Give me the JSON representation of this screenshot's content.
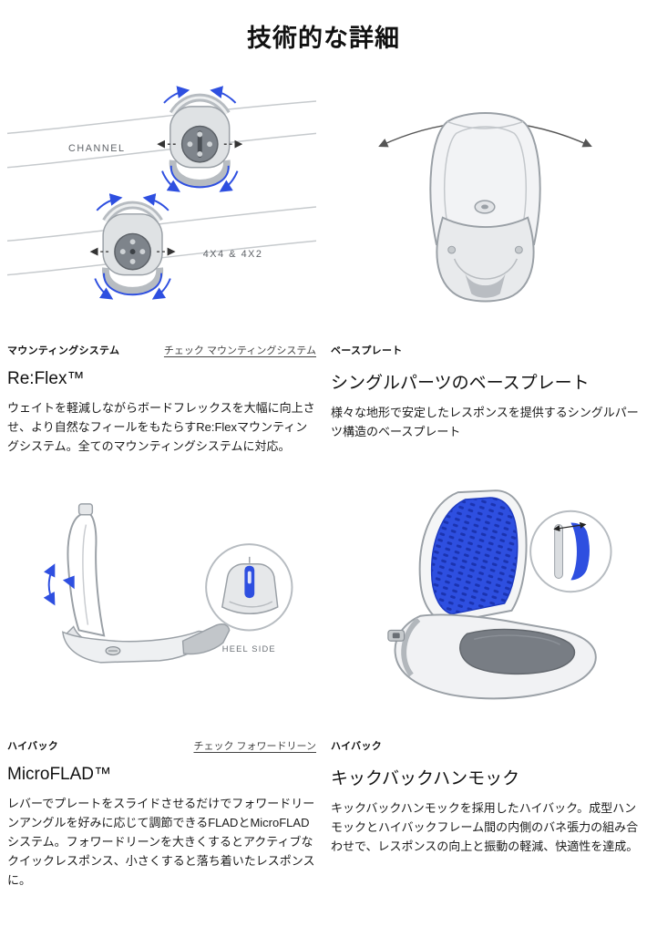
{
  "page": {
    "title": "技術的な詳細"
  },
  "colors": {
    "accent_blue": "#2e4fe0",
    "line_gray": "#9aa0a6",
    "text": "#111111"
  },
  "sections": {
    "reflex": {
      "category": "マウンティングシステム",
      "link_label": "チェック マウンティングシステム",
      "heading": "Re:Flex™",
      "body": "ウェイトを軽減しながらボードフレックスを大幅に向上させ、より自然なフィールをもたらすRe:Flexマウンティングシステム。全てのマウンティングシステムに対応。",
      "figure_labels": {
        "channel": "CHANNEL",
        "disc": "4X4 & 4X2"
      }
    },
    "baseplate": {
      "category": "ベースプレート",
      "heading": "シングルパーツのベースプレート",
      "body": "様々な地形で安定したレスポンスを提供するシングルパーツ構造のベースプレート"
    },
    "microflad": {
      "category": "ハイバック",
      "link_label": "チェック フォワードリーン",
      "heading": "MicroFLAD™",
      "body": "レバーでプレートをスライドさせるだけでフォワードリーンアングルを好みに応じて調節できるFLADとMicroFLADシステム。フォワードリーンを大きくするとアクティブなクイックレスポンス、小さくすると落ち着いたレスポンスに。",
      "figure_labels": {
        "heel_side": "HEEL SIDE"
      }
    },
    "hammock": {
      "category": "ハイバック",
      "heading": "キックバックハンモック",
      "body": "キックバックハンモックを採用したハイバック。成型ハンモックとハイバックフレーム間の内側のバネ張力の組み合わせで、レスポンスの向上と振動の軽減、快適性を達成。"
    }
  }
}
